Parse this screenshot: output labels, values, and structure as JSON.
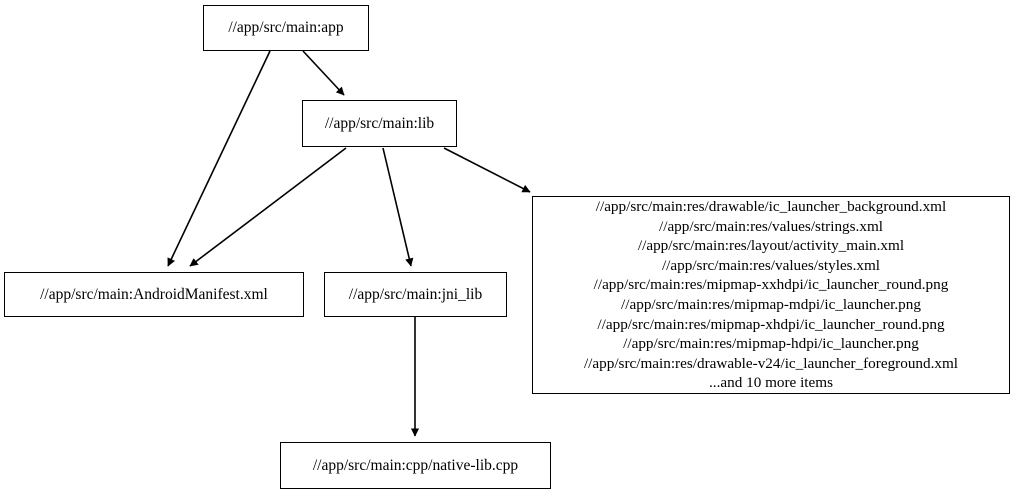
{
  "graph": {
    "type": "dependency-graph",
    "background_color": "#ffffff",
    "node_border_color": "#000000",
    "edge_color": "#000000",
    "nodes": [
      {
        "id": "app",
        "label": "//app/src/main:app"
      },
      {
        "id": "lib",
        "label": "//app/src/main:lib"
      },
      {
        "id": "manifest",
        "label": "//app/src/main:AndroidManifest.xml"
      },
      {
        "id": "jni",
        "label": "//app/src/main:jni_lib"
      },
      {
        "id": "res",
        "label": "//app/src/main:res/drawable/ic_launcher_background.xml\n//app/src/main:res/values/strings.xml\n//app/src/main:res/layout/activity_main.xml\n//app/src/main:res/values/styles.xml\n//app/src/main:res/mipmap-xxhdpi/ic_launcher_round.png\n//app/src/main:res/mipmap-mdpi/ic_launcher.png\n//app/src/main:res/mipmap-xhdpi/ic_launcher_round.png\n//app/src/main:res/mipmap-hdpi/ic_launcher.png\n//app/src/main:res/drawable-v24/ic_launcher_foreground.xml\n...and 10 more items",
        "lines": [
          "//app/src/main:res/drawable/ic_launcher_background.xml",
          "//app/src/main:res/values/strings.xml",
          "//app/src/main:res/layout/activity_main.xml",
          "//app/src/main:res/values/styles.xml",
          "//app/src/main:res/mipmap-xxhdpi/ic_launcher_round.png",
          "//app/src/main:res/mipmap-mdpi/ic_launcher.png",
          "//app/src/main:res/mipmap-xhdpi/ic_launcher_round.png",
          "//app/src/main:res/mipmap-hdpi/ic_launcher.png",
          "//app/src/main:res/drawable-v24/ic_launcher_foreground.xml",
          "...and 10 more items"
        ],
        "overflow_note": "...and 10 more items",
        "overflow_count": 10
      },
      {
        "id": "cpp",
        "label": "//app/src/main:cpp/native-lib.cpp"
      }
    ],
    "edges": [
      {
        "from": "app",
        "to": "lib"
      },
      {
        "from": "app",
        "to": "manifest"
      },
      {
        "from": "lib",
        "to": "manifest"
      },
      {
        "from": "lib",
        "to": "jni"
      },
      {
        "from": "lib",
        "to": "res"
      },
      {
        "from": "jni",
        "to": "cpp"
      }
    ]
  }
}
